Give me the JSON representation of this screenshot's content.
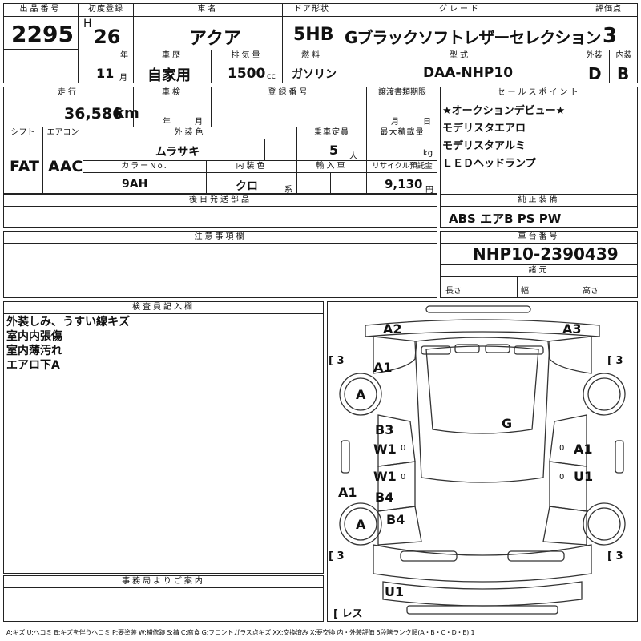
{
  "lot": {
    "label": "出品番号",
    "value": "2295"
  },
  "first_reg": {
    "label": "初度登録",
    "era": "H",
    "year": "26",
    "year_unit": "年",
    "month": "11",
    "month_unit": "月"
  },
  "name": {
    "label": "車名",
    "value": "アクア"
  },
  "door": {
    "label": "ドア形状",
    "value": "5HB"
  },
  "grade": {
    "label": "グレード",
    "value": "Gブラックソフトレザーセレクション"
  },
  "score": {
    "label": "評価点",
    "value": "3",
    "ext_label": "外装",
    "int_label": "内装",
    "ext_value": "D",
    "int_value": "B"
  },
  "history": {
    "label": "車歴",
    "value": "自家用"
  },
  "displacement": {
    "label": "排気量",
    "value": "1500",
    "unit": "cc"
  },
  "fuel": {
    "label": "燃料",
    "value": "ガソリン"
  },
  "model": {
    "label": "型式",
    "value": "DAA-NHP10"
  },
  "mileage": {
    "label": "走行",
    "value": "36,586",
    "unit": "km"
  },
  "inspection": {
    "label": "車検",
    "year_unit": "年",
    "month_unit": "月"
  },
  "reg_no": {
    "label": "登録番号"
  },
  "transfer": {
    "label": "譲渡書類期限",
    "month_unit": "月",
    "day_unit": "日"
  },
  "shift": {
    "label": "シフト",
    "value": "FAT"
  },
  "aircon": {
    "label": "エアコン",
    "value": "AAC"
  },
  "color": {
    "label": "外装色",
    "value": "ムラサキ",
    "no_label": "カラーNo.",
    "no_value": "9AH"
  },
  "interior": {
    "label": "内装色",
    "value": "クロ",
    "unit": "系"
  },
  "capacity": {
    "label": "乗車定員",
    "value": "5",
    "unit": "人"
  },
  "max_load": {
    "label": "最大積載量",
    "unit": "kg"
  },
  "import": {
    "label": "輸入車"
  },
  "recycle": {
    "label": "リサイクル預託金",
    "value": "9,130",
    "unit": "円"
  },
  "sales_points": {
    "label": "セールスポイント",
    "items": [
      "★オークションデビュー★",
      "モデリスタエアロ",
      "モデリスタアルミ",
      "ＬＥＤヘッドランプ"
    ]
  },
  "later_parts": {
    "label": "後日発送部品"
  },
  "equipment": {
    "label": "純正装備",
    "value": "ABS エアB PS PW"
  },
  "notes": {
    "label": "注意事項欄"
  },
  "chassis": {
    "label": "車台番号",
    "value": "NHP10-2390439"
  },
  "specs": {
    "label": "諸元",
    "length": "長さ",
    "width": "幅",
    "height": "高さ"
  },
  "inspector": {
    "label": "検査員記入欄",
    "items": [
      "外装しみ、うすい線キズ",
      "室内内張傷",
      "室内薄汚れ",
      "エアロ下A"
    ]
  },
  "office": {
    "label": "事務局よりご案内"
  },
  "legend": "A:キズ U:ヘコミ B:キズを伴うヘコミ P:要塗装 W:補修跡 S:錆 C:腐食 G:フロントガラス点キズ XX:交換済み X:要交換 内・外装評価 5段階ランク順(A・B・C・D・E) 1",
  "diagram": {
    "marks": {
      "front_left_corner": "A2",
      "front_right_corner": "A3",
      "front_left_fender": "A1",
      "front_left_wheel": "A",
      "windshield": "G",
      "left_front_door_top": "B3",
      "left_front_door_bottom": "W1",
      "left_rear_door_top": "W1",
      "left_rear_door_bottom": "B4",
      "left_rocker": "A1",
      "rear_left_wheel": "A",
      "rear_left_fender": "B4",
      "right_front_door": "A1",
      "right_rear_door": "U1",
      "rear_bumper": "U1",
      "less": "レス",
      "tire_fl": "3",
      "tire_fr": "3",
      "tire_rl": "3",
      "tire_rr": "3",
      "door_zero_1": "0",
      "door_zero_2": "0",
      "door_zero_3": "0",
      "door_zero_4": "0"
    }
  }
}
